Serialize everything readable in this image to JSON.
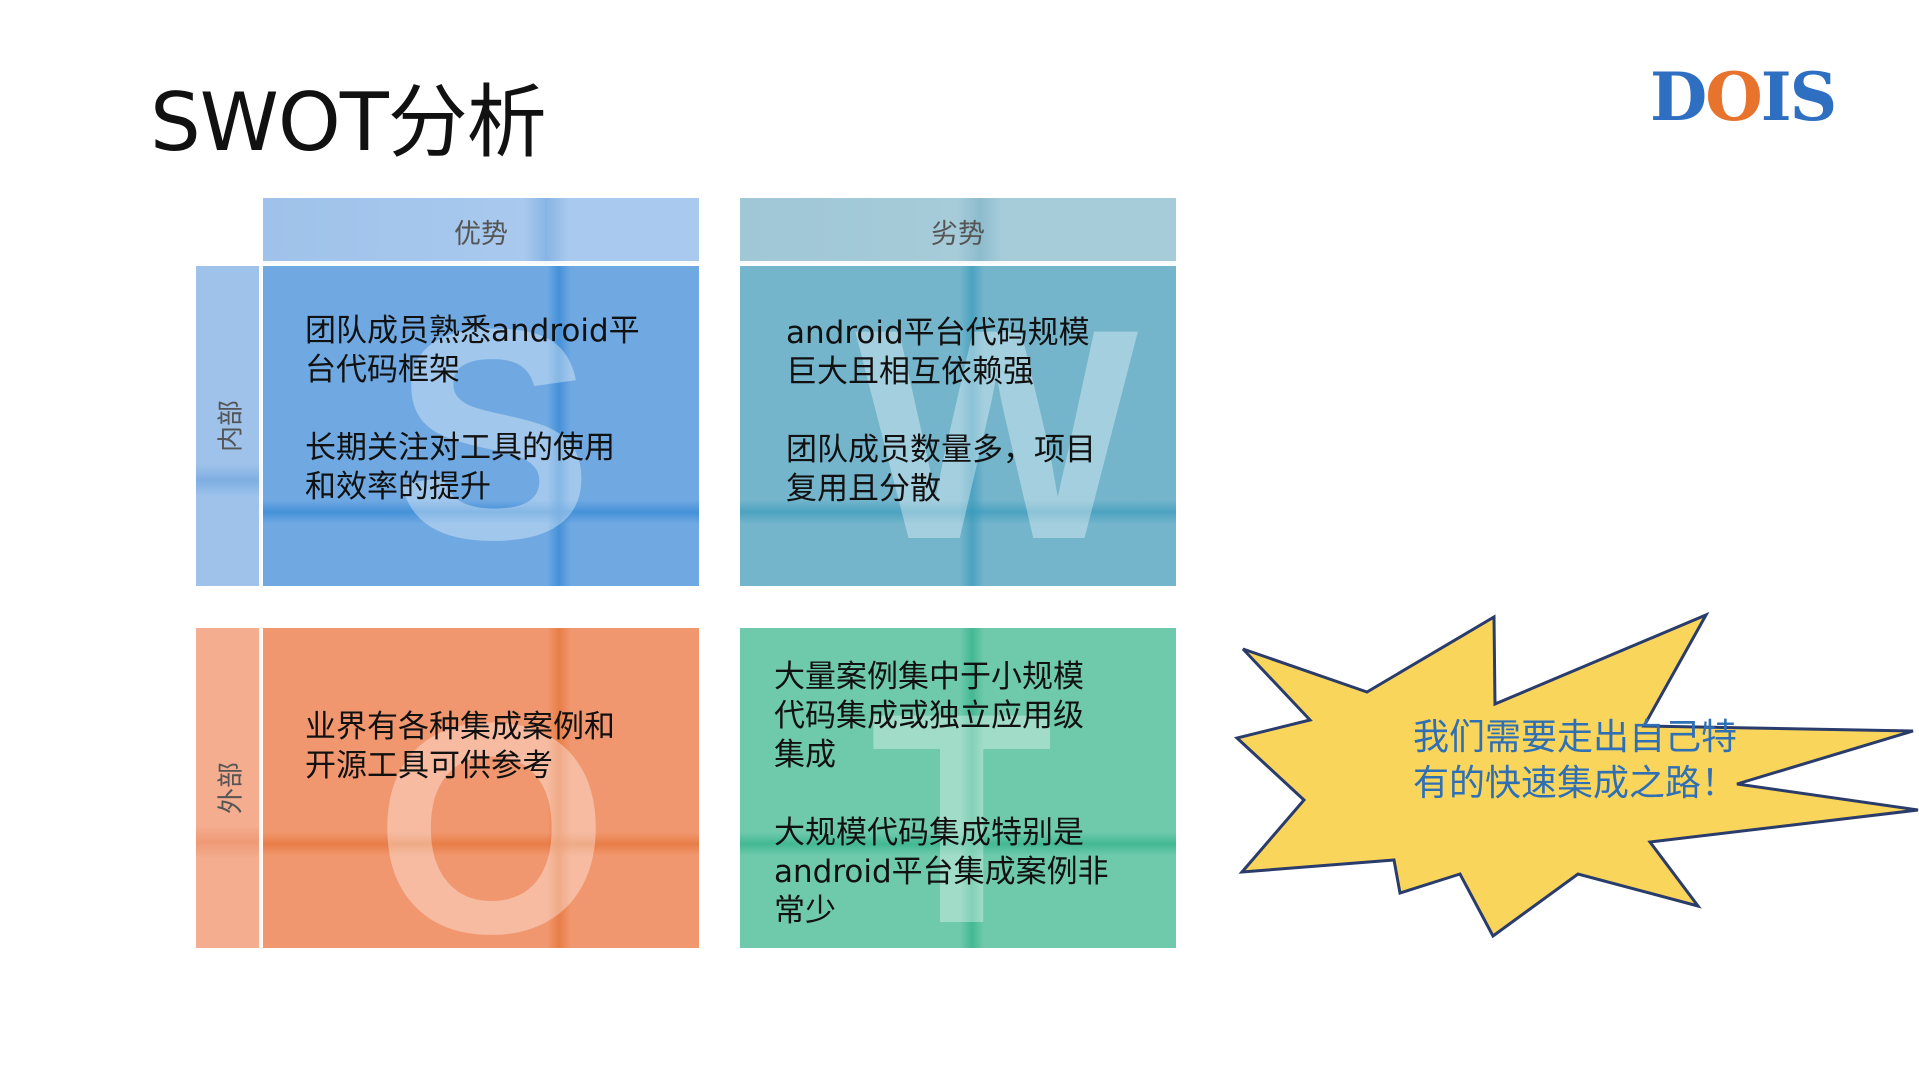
{
  "title": "SWOT分析",
  "logo": {
    "letters": [
      "D",
      "O",
      "I",
      "S"
    ],
    "colors": [
      "#2f6fc1",
      "#e8732c",
      "#2f6fc1",
      "#2f6fc1"
    ]
  },
  "headers": {
    "strengths": "优势",
    "weaknesses": "劣势"
  },
  "sides": {
    "internal": "内部",
    "external": "外部"
  },
  "quadrants": {
    "s": {
      "letter": "S",
      "lines1": [
        "团队成员熟悉android平",
        "台代码框架"
      ],
      "lines2": [
        "长期关注对工具的使用",
        "和效率的提升"
      ]
    },
    "w": {
      "letter": "W",
      "lines1": [
        "android平台代码规模",
        "巨大且相互依赖强"
      ],
      "lines2": [
        "团队成员数量多，项目",
        "复用且分散"
      ]
    },
    "o": {
      "letter": "O",
      "lines1": [
        "业界有各种集成案例和",
        "开源工具可供参考"
      ]
    },
    "t": {
      "letter": "T",
      "lines1": [
        "大量案例集中于小规模",
        "代码集成或独立应用级",
        "集成"
      ],
      "lines2": [
        "大规模代码集成特别是",
        "android平台集成案例非",
        "常少"
      ]
    }
  },
  "callout": {
    "lines": [
      "我们需要走出自己特",
      "有的快速集成之路！"
    ]
  },
  "colors": {
    "blue": "#6fa8e0",
    "teal": "#73b6cc",
    "orange": "#f0966c",
    "green": "#6cc9aa",
    "burst": "#f9d65b",
    "burst_stroke": "#2a3c6b"
  }
}
